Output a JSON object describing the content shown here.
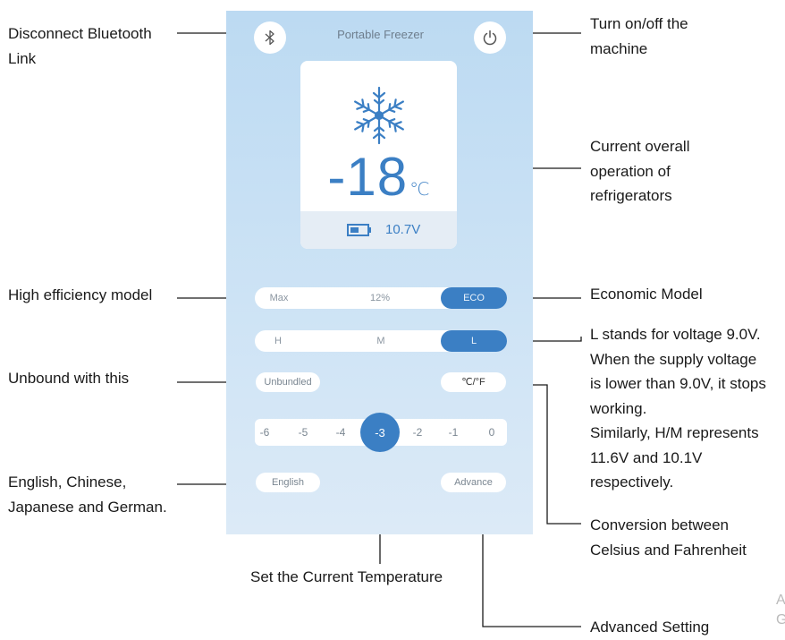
{
  "app": {
    "title": "Portable Freezer",
    "temperature": "-18",
    "unit": "℃",
    "voltage": "10.7V",
    "mode_bar": {
      "max": "Max",
      "percent": "12%",
      "eco": "ECO"
    },
    "voltage_bar": {
      "h": "H",
      "m": "M",
      "l": "L"
    },
    "unbundled": "Unbundled",
    "unit_toggle": "℃/°F",
    "temp_scale": [
      "-6",
      "-5",
      "-4",
      "-3",
      "-2",
      "-1",
      "0"
    ],
    "selected_temp": "-3",
    "language": "English",
    "advance": "Advance"
  },
  "annotations": {
    "bluetooth": [
      "Disconnect Bluetooth",
      "Link"
    ],
    "power": [
      "Turn on/off the",
      "machine"
    ],
    "overall": [
      "Current overall",
      "operation of",
      "refrigerators"
    ],
    "high_eff": "High efficiency model",
    "economic": "Economic Model",
    "voltage_l": [
      "L stands for voltage 9.0V.",
      "When the supply voltage",
      "is lower than 9.0V, it stops",
      "working.",
      "Similarly, H/M represents",
      "11.6V and 10.1V",
      "respectively."
    ],
    "unbound": "Unbound with this",
    "languages": [
      "English, Chinese,",
      "Japanese and German."
    ],
    "conversion": [
      "Conversion between",
      "Celsius and Fahrenheit"
    ],
    "set_temp": "Set the Current Temperature",
    "advanced": "Advanced Setting"
  },
  "watermark": [
    "A",
    "G"
  ],
  "colors": {
    "accent": "#3b7fc4",
    "panel": "#c6def3",
    "line": "#1a1a1a"
  },
  "icons": [
    "bluetooth-icon",
    "power-icon",
    "snowflake-icon",
    "battery-icon"
  ]
}
